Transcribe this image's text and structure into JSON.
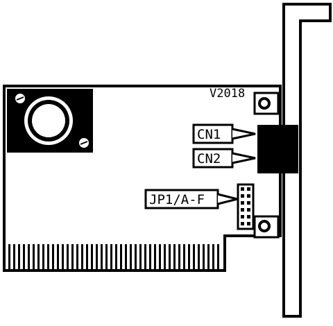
{
  "board": {
    "model": "V2018"
  },
  "labels": {
    "cn1": "CN1",
    "cn2": "CN2",
    "jumper": "JP1/A-F"
  }
}
